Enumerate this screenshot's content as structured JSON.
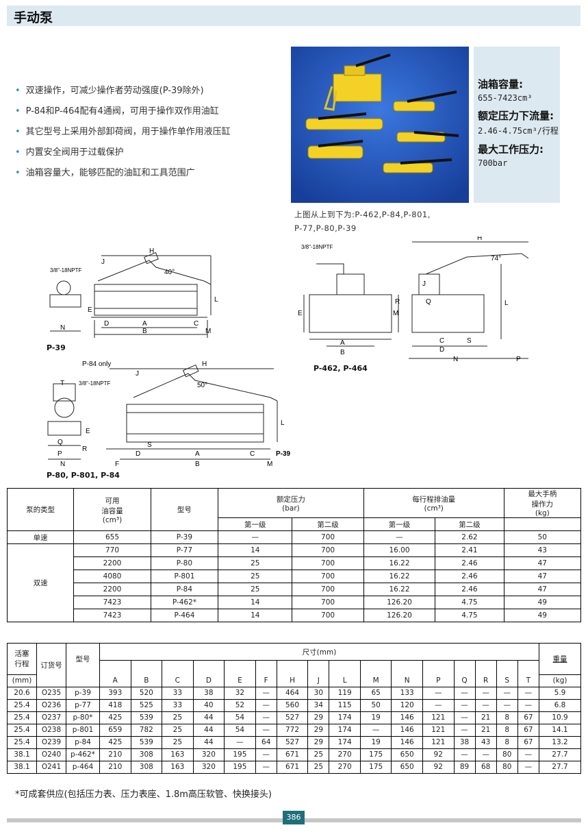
{
  "header": {
    "title": "手动泵"
  },
  "features": [
    "双速操作，可减少操作者劳动强度(P-39除外)",
    "P-84和P-464配有4通阀，可用于操作双作用油缸",
    "其它型号上采用外部卸荷阀，用于操作单作用液压缸",
    "内置安全阀用于过载保护",
    "油箱容量大，能够匹配的油缸和工具范围广"
  ],
  "spec_box": {
    "cap_label": "油箱容量:",
    "cap_value": "655-7423cm³",
    "flow_label": "额定压力下流量:",
    "flow_value": "2.46-4.75cm³/行程",
    "press_label": "最大工作压力:",
    "press_value": "700bar"
  },
  "caption": {
    "line1": "上图从上到下为:P-462,P-84,P-801,",
    "line2": "P-77,P-80,P-39"
  },
  "diagrams": {
    "p39_label": "P-39",
    "p462_label": "P-462, P-464",
    "p80_label": "P-80, P-801, P-84",
    "p39_side": "P-39",
    "p84only": "P-84 only",
    "nptf": "3/8\"-18NPTF",
    "angle40": "40°",
    "angle50": "50°",
    "angle74": "74°",
    "dims": {
      "H": "H",
      "J": "J",
      "L": "L",
      "E": "E",
      "D": "D",
      "A": "A",
      "B": "B",
      "C": "C",
      "M": "M",
      "N": "N",
      "F": "F",
      "S": "S",
      "T": "T",
      "P": "P",
      "Q": "Q",
      "R": "R"
    }
  },
  "table1": {
    "h_type": "泵的类型",
    "h_cap": "可用\n油容量\n(cm³)",
    "h_model": "型号",
    "h_press": "额定压力\n(bar)",
    "h_disp": "每行程排油量\n(cm³)",
    "h_force": "最大手柄\n操作力\n(kg)",
    "stage1": "第一级",
    "stage2": "第二级",
    "single": "单速",
    "double": "双速",
    "rows": [
      [
        "655",
        "P-39",
        "—",
        "700",
        "—",
        "2.62",
        "50"
      ],
      [
        "770",
        "P-77",
        "14",
        "700",
        "16.00",
        "2.41",
        "43"
      ],
      [
        "2200",
        "P-80",
        "25",
        "700",
        "16.22",
        "2.46",
        "47"
      ],
      [
        "4080",
        "P-801",
        "25",
        "700",
        "16.22",
        "2.46",
        "47"
      ],
      [
        "2200",
        "P-84",
        "25",
        "700",
        "16.22",
        "2.46",
        "47"
      ],
      [
        "7423",
        "P-462*",
        "14",
        "700",
        "126.20",
        "4.75",
        "49"
      ],
      [
        "7423",
        "P-464",
        "14",
        "700",
        "126.20",
        "4.75",
        "49"
      ]
    ]
  },
  "table2": {
    "h_stroke": "活塞\n行程",
    "h_mm": "(mm)",
    "h_order": "订货号",
    "h_model": "型号",
    "h_dims": "尺寸(mm)",
    "h_weight": "重量",
    "h_kg": "(kg)",
    "cols": [
      "A",
      "B",
      "C",
      "D",
      "E",
      "F",
      "H",
      "J",
      "L",
      "M",
      "N",
      "P",
      "Q",
      "R",
      "S",
      "T"
    ],
    "rows": [
      [
        "20.6",
        "O235",
        "p-39",
        "393",
        "520",
        "33",
        "38",
        "32",
        "—",
        "464",
        "30",
        "119",
        "65",
        "133",
        "—",
        "—",
        "—",
        "—",
        "—",
        "5.9"
      ],
      [
        "25.4",
        "O236",
        "p-77",
        "418",
        "525",
        "33",
        "40",
        "52",
        "—",
        "560",
        "34",
        "115",
        "50",
        "120",
        "—",
        "—",
        "—",
        "—",
        "—",
        "6.8"
      ],
      [
        "25.4",
        "O237",
        "p-80*",
        "425",
        "539",
        "25",
        "44",
        "54",
        "—",
        "527",
        "29",
        "174",
        "19",
        "146",
        "121",
        "—",
        "21",
        "8",
        "67",
        "10.9"
      ],
      [
        "25.4",
        "O238",
        "p-801",
        "659",
        "782",
        "25",
        "44",
        "54",
        "—",
        "772",
        "29",
        "174",
        "—",
        "146",
        "121",
        "—",
        "21",
        "8",
        "67",
        "14.1"
      ],
      [
        "25.4",
        "O239",
        "p-84",
        "425",
        "539",
        "25",
        "44",
        "—",
        "64",
        "527",
        "29",
        "174",
        "19",
        "146",
        "121",
        "38",
        "43",
        "8",
        "67",
        "13.2"
      ],
      [
        "38.1",
        "O240",
        "p-462*",
        "210",
        "308",
        "163",
        "320",
        "195",
        "—",
        "671",
        "25",
        "270",
        "175",
        "650",
        "92",
        "—",
        "—",
        "80",
        "—",
        "27.7"
      ],
      [
        "38.1",
        "O241",
        "p-464",
        "210",
        "308",
        "163",
        "320",
        "195",
        "—",
        "671",
        "25",
        "270",
        "175",
        "650",
        "92",
        "89",
        "68",
        "80",
        "—",
        "27.7"
      ]
    ]
  },
  "note": "*可成套供应(包括压力表、压力表座、1.8m高压软管、快换接头)",
  "page_number": "386"
}
